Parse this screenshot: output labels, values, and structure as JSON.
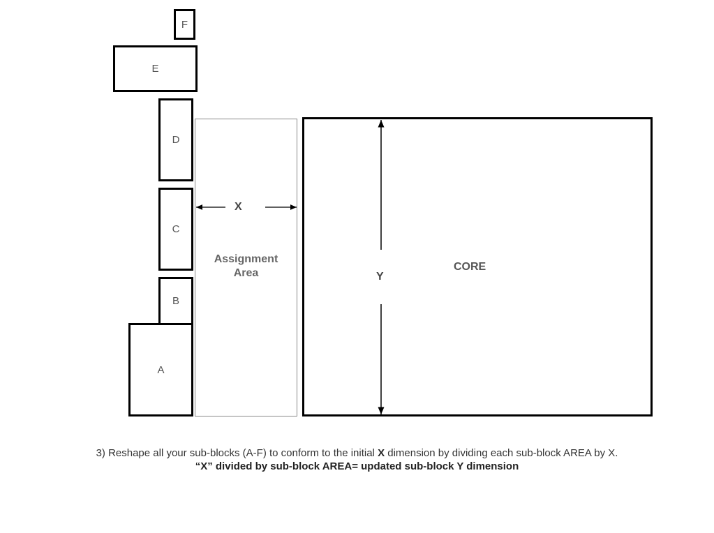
{
  "blocks": {
    "a": "A",
    "b": "B",
    "c": "C",
    "d": "D",
    "e": "E",
    "f": "F"
  },
  "assignment_area": "Assignment\nArea",
  "core": "CORE",
  "x_label": "X",
  "y_label": "Y",
  "caption": {
    "line1_pre": "3) Reshape all your sub-blocks (A-F) to conform to the initial ",
    "line1_bold": "X",
    "line1_post": " dimension by dividing each sub-block AREA by X.",
    "line2": "“X” divided by sub-block AREA= updated sub-block Y dimension"
  }
}
